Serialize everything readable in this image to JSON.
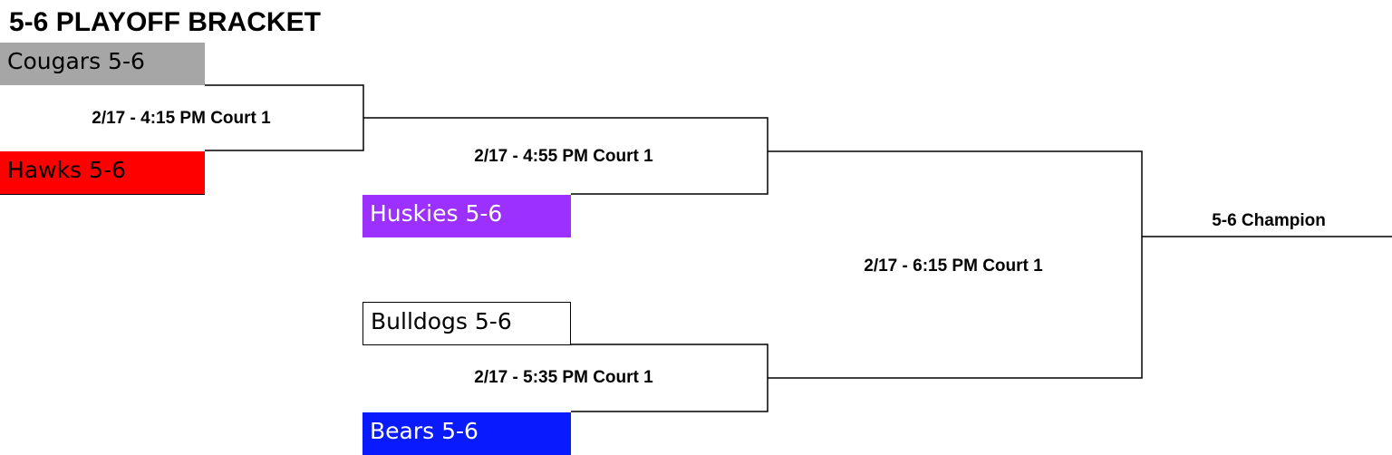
{
  "title": "5-6 PLAYOFF BRACKET",
  "teams": {
    "cougars": {
      "label": "Cougars 5-6",
      "bg": "#a6a6a6",
      "color": "#000000"
    },
    "hawks": {
      "label": "Hawks 5-6",
      "bg": "#ff0000",
      "color": "#000000"
    },
    "huskies": {
      "label": "Huskies 5-6",
      "bg": "#9b30ff",
      "color": "#ffffff"
    },
    "bulldogs": {
      "label": "Bulldogs 5-6",
      "bg": "#ffffff",
      "color": "#000000"
    },
    "bears": {
      "label": "Bears 5-6",
      "bg": "#0a1aff",
      "color": "#ffffff"
    }
  },
  "games": {
    "game1": "2/17 - 4:15 PM Court 1",
    "game2": "2/17 - 4:55 PM Court 1",
    "game3": "2/17 - 5:35 PM Court 1",
    "final": "2/17 - 6:15 PM Court 1"
  },
  "champion": "5-6 Champion"
}
